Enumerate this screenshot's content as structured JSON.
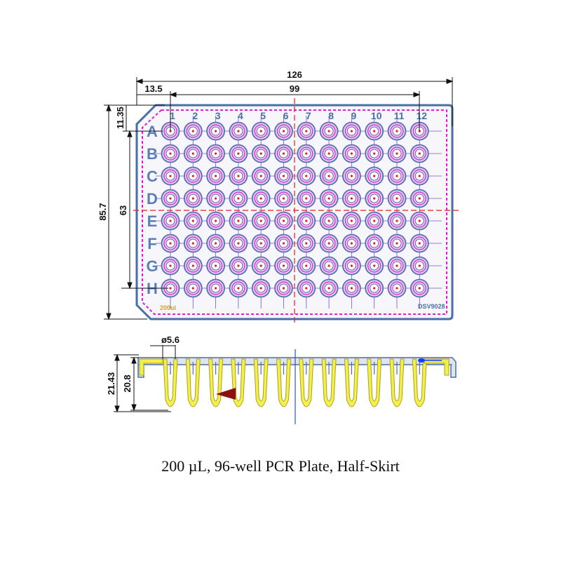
{
  "caption": "200 µL, 96-well PCR Plate, Half-Skirt",
  "dimensions": {
    "overall_width": "126",
    "well_span": "99",
    "left_offset": "13.5",
    "top_offset": "11.35",
    "overall_depth": "85.7",
    "row_span": "63",
    "well_diameter": "ø5.6",
    "overall_height": "21.43",
    "tube_height": "20.8"
  },
  "plate": {
    "columns": [
      "1",
      "2",
      "3",
      "4",
      "5",
      "6",
      "7",
      "8",
      "9",
      "10",
      "11",
      "12"
    ],
    "rows": [
      "A",
      "B",
      "C",
      "D",
      "E",
      "F",
      "G",
      "H"
    ],
    "volume_mark": "200ul",
    "brand_mark": "DSV9028"
  },
  "colors": {
    "outline": "#4a6fa5",
    "dashed_border": "#e020d0",
    "center_line": "#e02020",
    "well_ring": "#7a5fb0",
    "tube": "#f2f04a",
    "arrow": "#8b1010"
  }
}
